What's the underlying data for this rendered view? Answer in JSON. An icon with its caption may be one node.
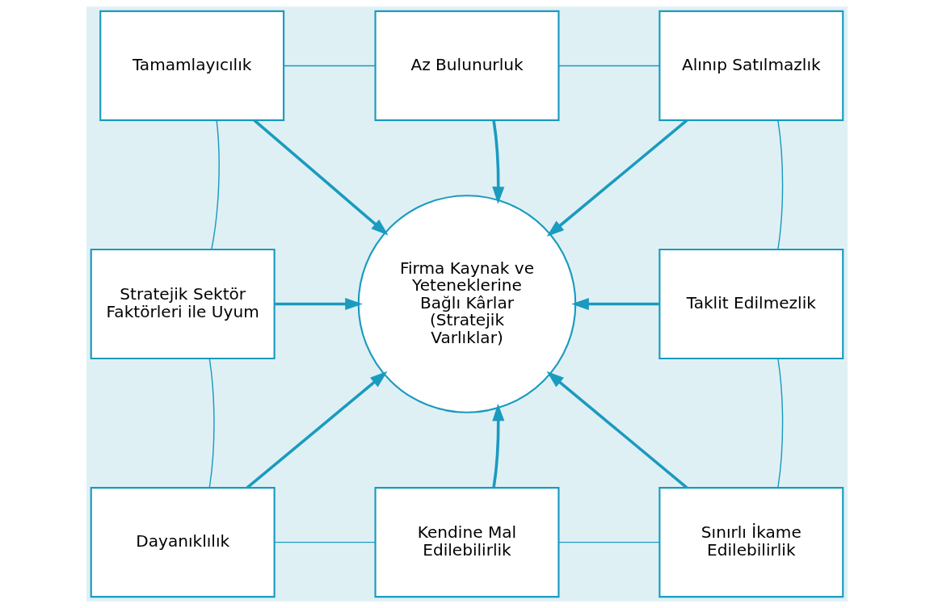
{
  "diagram": {
    "nodes": [
      {
        "text": [
          "Tamamlayıcılık"
        ]
      },
      {
        "text": [
          "Az Bulunurluk"
        ]
      },
      {
        "text": [
          "Alınıp Satılmazlık"
        ]
      },
      {
        "text": [
          "Stratejik Sektör Faktörleri ile Uyum"
        ]
      },
      {
        "text": [
          "Firma Kaynak ve Yeteneklerine Bağlı Kârlar (Stratejik Varlıklar)"
        ]
      },
      {
        "text": [
          "Taklit Edilmezlik"
        ]
      },
      {
        "text": [
          "Dayanıklılık"
        ]
      },
      {
        "text": [
          "Kendine Mal Edilebilirlik"
        ]
      },
      {
        "text": [
          "Sınırlı İkame Edilebilirlik"
        ]
      }
    ],
    "edges": [
      {
        "from": 0,
        "to": 4,
        "arrow": "to",
        "style": "thick"
      },
      {
        "from": 1,
        "to": 4,
        "arrow": "to",
        "style": "thick"
      },
      {
        "from": 2,
        "to": 4,
        "arrow": "to",
        "style": "thick"
      },
      {
        "from": 3,
        "to": 4,
        "arrow": "to",
        "style": "thick"
      },
      {
        "from": 5,
        "to": 4,
        "arrow": "to",
        "style": "thick"
      },
      {
        "from": 6,
        "to": 4,
        "arrow": "to",
        "style": "thick"
      },
      {
        "from": 7,
        "to": 4,
        "arrow": "to",
        "style": "thick"
      },
      {
        "from": 8,
        "to": 4,
        "arrow": "to",
        "style": "thick"
      },
      {
        "from": 0,
        "to": 1,
        "arrow": "none"
      },
      {
        "from": 1,
        "to": 2,
        "arrow": "none"
      },
      {
        "from": 2,
        "to": 5,
        "arrow": "none"
      },
      {
        "from": 5,
        "to": 8,
        "arrow": "none"
      },
      {
        "from": 8,
        "to": 7,
        "arrow": "none"
      },
      {
        "from": 7,
        "to": 6,
        "arrow": "none"
      },
      {
        "from": 6,
        "to": 3,
        "arrow": "none"
      },
      {
        "from": 3,
        "to": 0,
        "arrow": "none"
      }
    ]
  }
}
